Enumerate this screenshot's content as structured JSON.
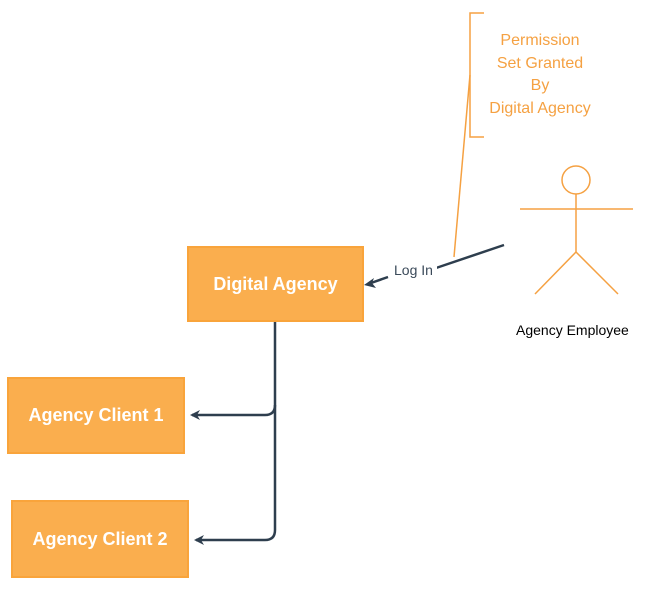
{
  "nodes": {
    "digital_agency": "Digital Agency",
    "client_1": "Agency Client 1",
    "client_2": "Agency Client 2"
  },
  "edge_label": "Log In",
  "actor_label": "Agency Employee",
  "note_lines": [
    "Permission",
    "Set Granted",
    "By",
    "Digital Agency"
  ],
  "colors": {
    "box_fill": "#FAAE4E",
    "box_border": "#F9A43B",
    "connector": "#2E3E4E",
    "actor": "#F5A142"
  }
}
